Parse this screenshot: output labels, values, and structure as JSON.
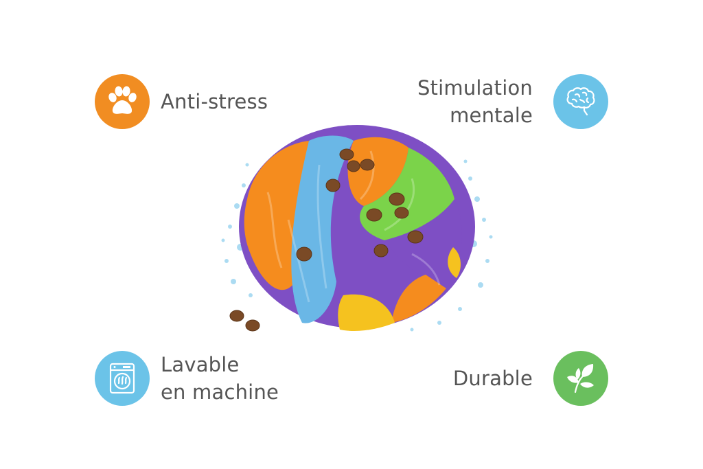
{
  "features": {
    "anti_stress": {
      "lines": [
        "Anti-stress"
      ],
      "icon": "paw-icon",
      "color": "#f18d22"
    },
    "stimulation": {
      "lines": [
        "Stimulation",
        "mentale"
      ],
      "icon": "brain-icon",
      "color": "#6bc3e8"
    },
    "lavable": {
      "lines": [
        "Lavable",
        "en machine"
      ],
      "icon": "washing-machine-icon",
      "color": "#6bc3e8"
    },
    "durable": {
      "lines": [
        "Durable"
      ],
      "icon": "leaves-icon",
      "color": "#6abf5e"
    }
  },
  "product": {
    "icon": "snuffle-ball-image",
    "colors": [
      "#7e4fc4",
      "#6ab7e6",
      "#f58c1e",
      "#7bd34a",
      "#f5c21f"
    ]
  }
}
